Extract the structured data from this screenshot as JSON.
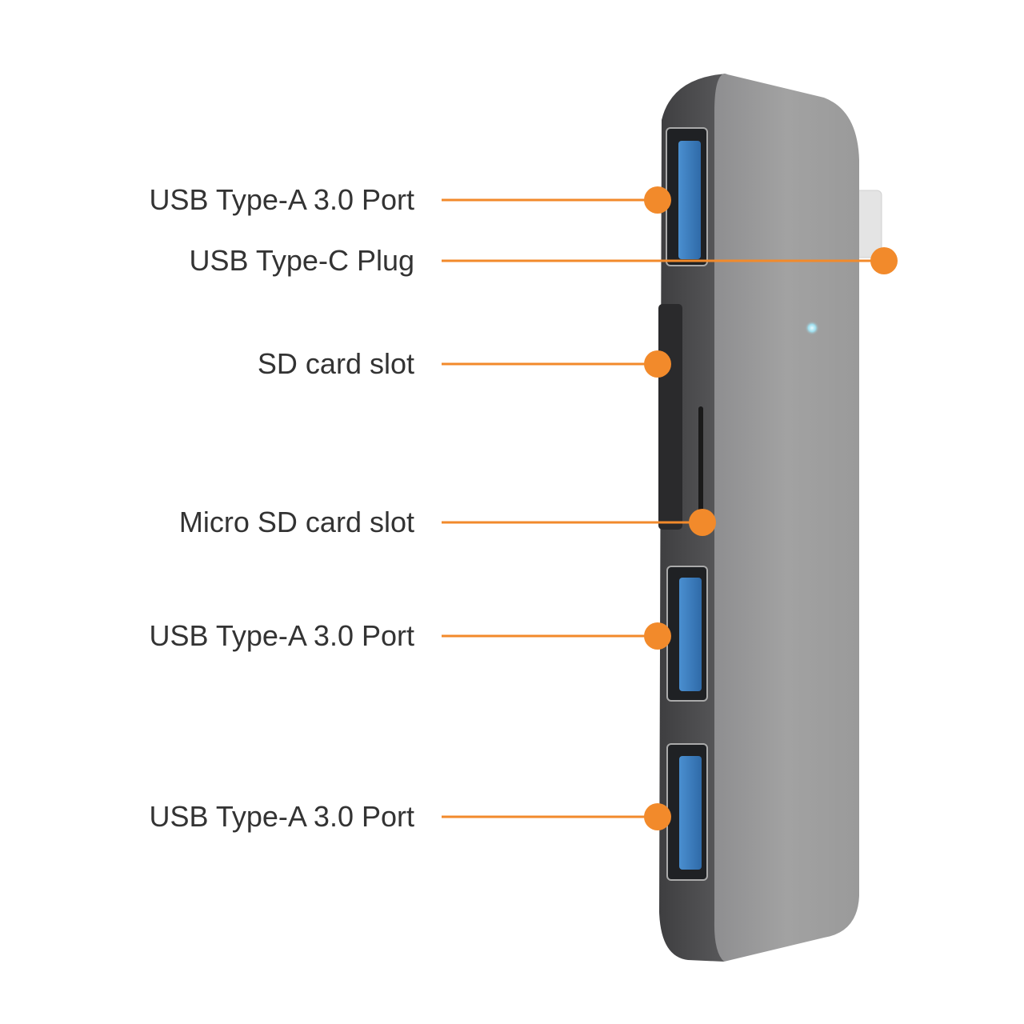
{
  "colors": {
    "accent": "#f28a2b",
    "text": "#333333",
    "port_blue": "#3b7fc0",
    "body_face": "#9c9c9c",
    "body_side": "#4a4a4c"
  },
  "callouts": [
    {
      "label": "USB Type-A 3.0 Port"
    },
    {
      "label": "USB Type-C Plug"
    },
    {
      "label": "SD card slot"
    },
    {
      "label": "Micro SD card slot"
    },
    {
      "label": "USB Type-A 3.0 Port"
    },
    {
      "label": "USB Type-A 3.0 Port"
    }
  ]
}
